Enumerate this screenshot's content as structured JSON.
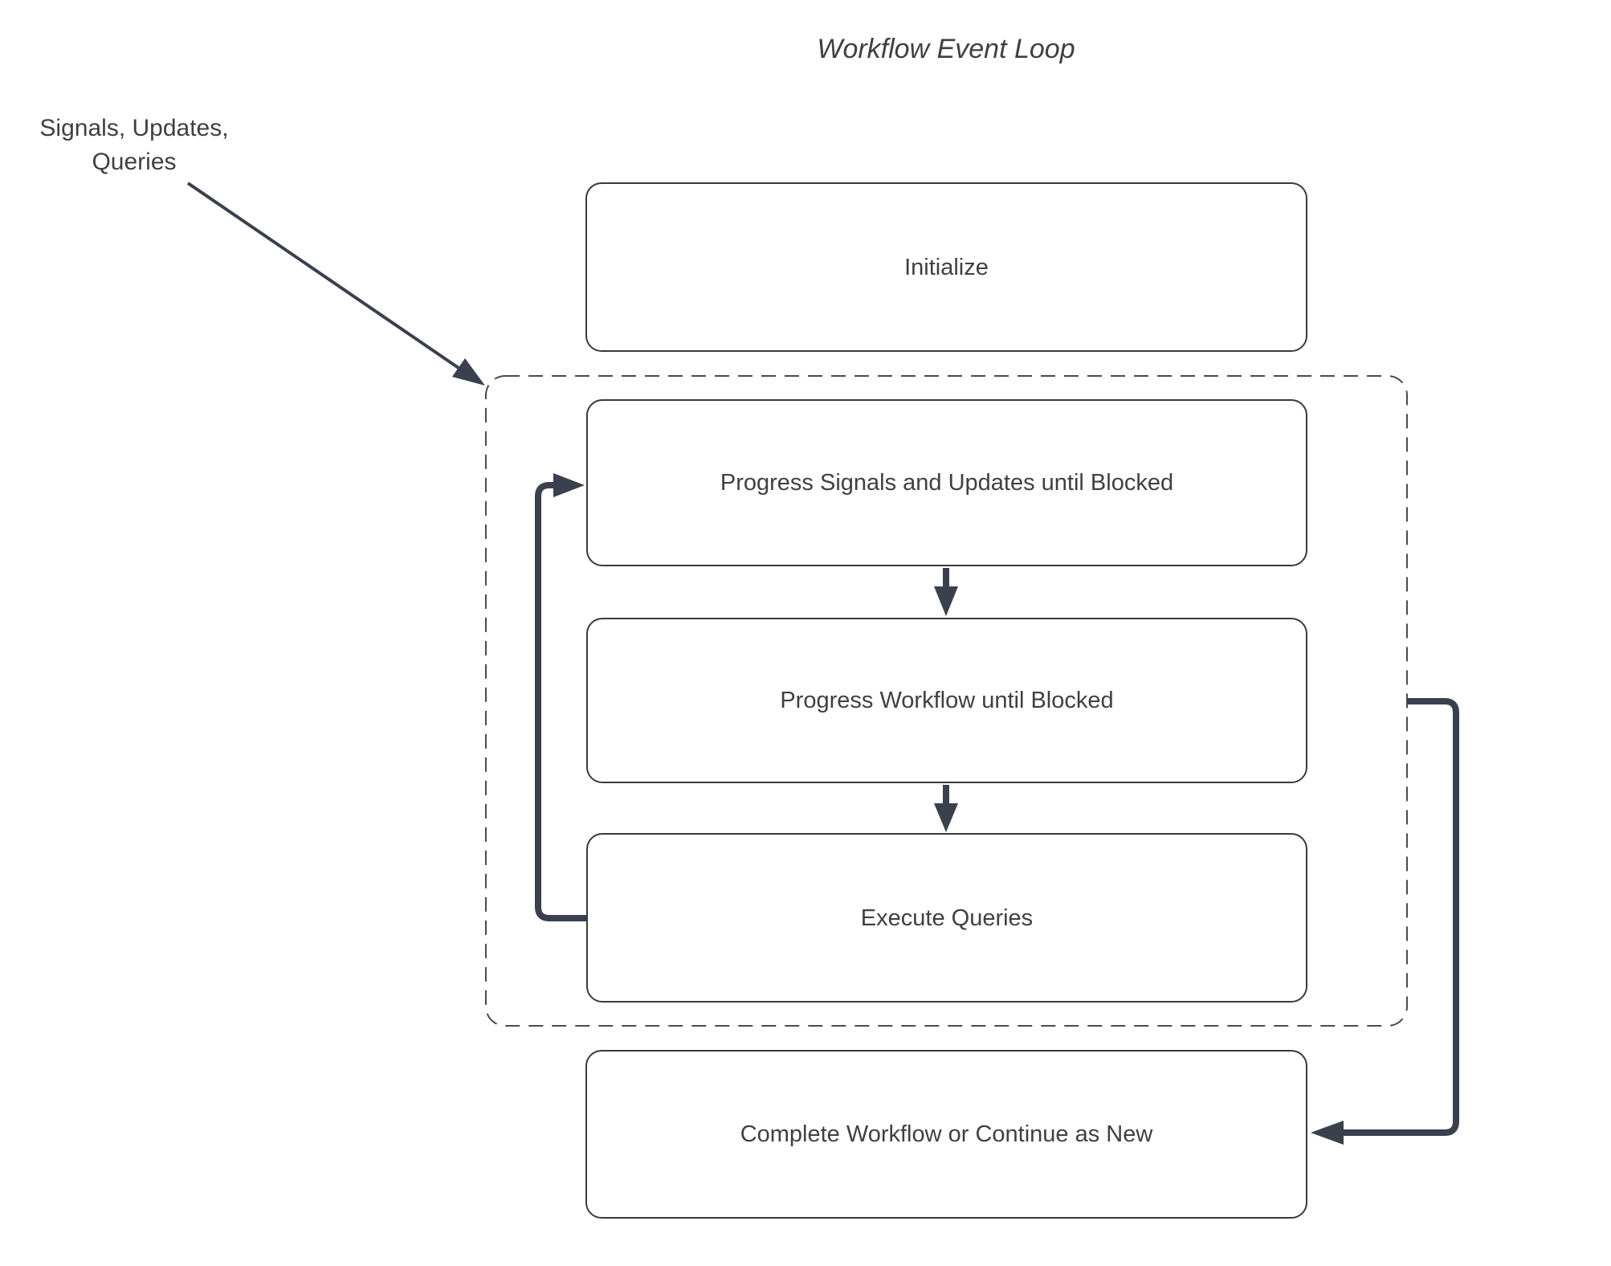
{
  "title": "Workflow Event Loop",
  "annotation": {
    "line1": "Signals, Updates,",
    "line2": "Queries"
  },
  "nodes": {
    "initialize": "Initialize",
    "progress_signals": "Progress Signals and Updates until Blocked",
    "progress_workflow": "Progress Workflow until Blocked",
    "execute_queries": "Execute Queries",
    "complete_workflow": "Complete Workflow or Continue as New"
  },
  "colors": {
    "arrow": "#3A404D",
    "box_border": "#3A3A3A",
    "dashed_border": "#474B52",
    "text": "#404040",
    "node_fill": "#FFFFFF",
    "background": "#FFFFFF"
  }
}
